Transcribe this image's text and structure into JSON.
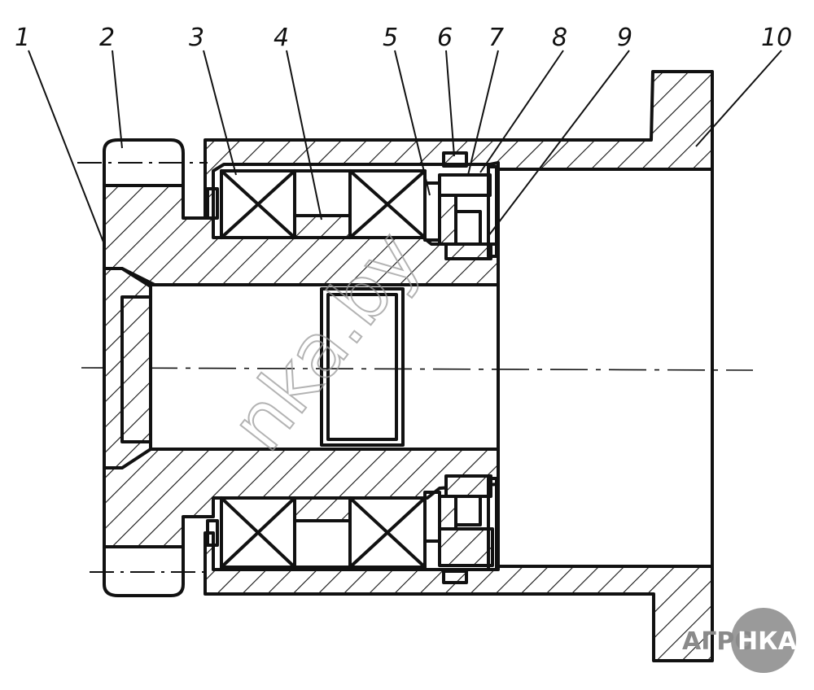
{
  "labels": [
    {
      "id": "1",
      "text": "1"
    },
    {
      "id": "2",
      "text": "2"
    },
    {
      "id": "3",
      "text": "3"
    },
    {
      "id": "4",
      "text": "4"
    },
    {
      "id": "5",
      "text": "5"
    },
    {
      "id": "6",
      "text": "6"
    },
    {
      "id": "7",
      "text": "7"
    },
    {
      "id": "8",
      "text": "8"
    },
    {
      "id": "9",
      "text": "9"
    },
    {
      "id": "10",
      "text": "10"
    }
  ],
  "watermark": "nka.by",
  "logo": {
    "left": "АГРО",
    "right": "НКА"
  },
  "colors": {
    "ink": "#111111",
    "watermark": "#9a9a9a",
    "logo": "#8a8a8a"
  }
}
